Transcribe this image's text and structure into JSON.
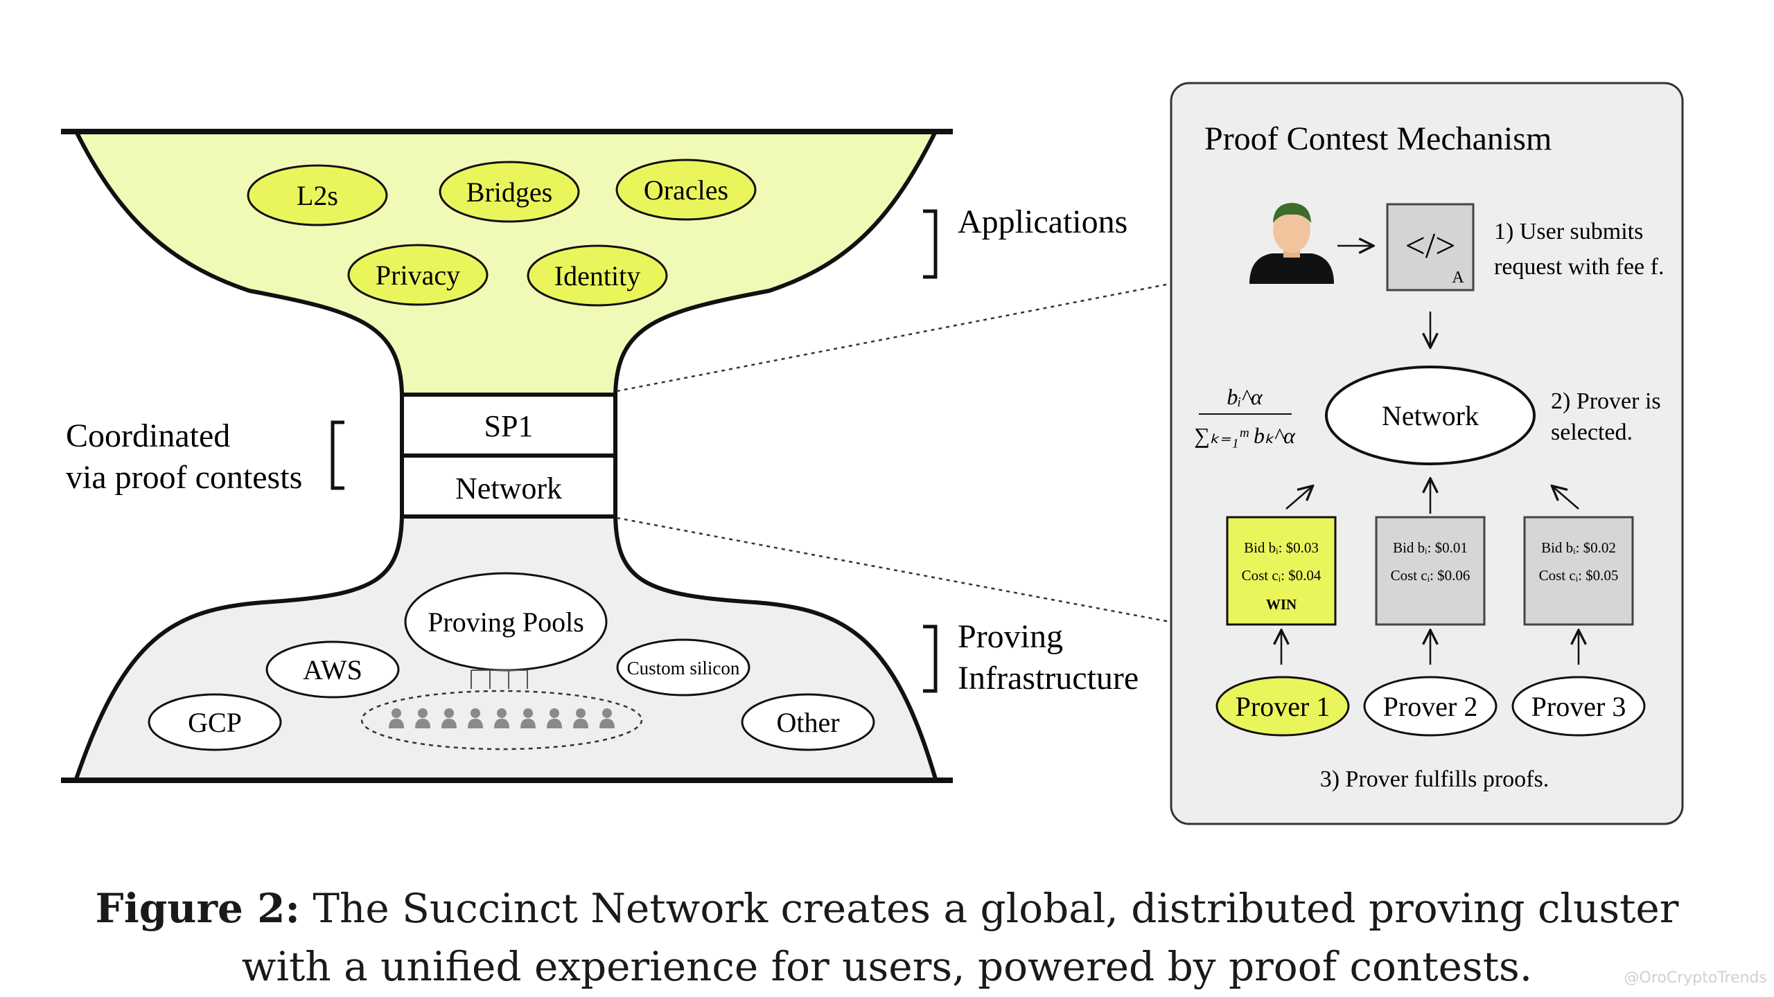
{
  "left_diagram": {
    "applications": [
      "L2s",
      "Bridges",
      "Oracles",
      "Privacy",
      "Identity"
    ],
    "applications_label": "Applications",
    "neck": {
      "top": "SP1",
      "bottom": "Network"
    },
    "coordination_label": [
      "Coordinated",
      "via proof contests"
    ],
    "infrastructure": {
      "proving_pools": "Proving Pools",
      "nodes": [
        "AWS",
        "GCP",
        "Custom silicon",
        "Other"
      ],
      "pool_member_count": 9
    },
    "infrastructure_label": [
      "Proving",
      "Infrastructure"
    ]
  },
  "panel": {
    "title": "Proof Contest Mechanism",
    "step1": [
      "1) User submits",
      "request with fee f."
    ],
    "program_icon_text": "</>",
    "program_sub": "A",
    "network": "Network",
    "step2": [
      "2) Prover is",
      "selected."
    ],
    "formula": {
      "numerator": "bᵢ^α",
      "denominator": "∑ₖ₌₁ᵐ bₖ^α"
    },
    "provers": [
      {
        "name": "Prover 1",
        "bid": "Bid bᵢ: $0.03",
        "cost": "Cost cᵢ: $0.04",
        "win": "WIN",
        "winner": true
      },
      {
        "name": "Prover 2",
        "bid": "Bid bᵢ: $0.01",
        "cost": "Cost cᵢ: $0.06",
        "win": "",
        "winner": false
      },
      {
        "name": "Prover 3",
        "bid": "Bid bᵢ: $0.02",
        "cost": "Cost cᵢ: $0.05",
        "win": "",
        "winner": false
      }
    ],
    "step3": "3) Prover fulfills proofs."
  },
  "caption": {
    "lead": "Figure 2:",
    "line1": "The Succinct Network creates a global, distributed proving cluster",
    "line2": "with a unified experience for users, powered by proof contests."
  },
  "watermark": "@OroCryptoTrends",
  "colors": {
    "accent": "#eaf55c",
    "grey_fill": "#efefef",
    "panel_fill": "#eeeeee",
    "bid_box_grey": "#d6d6d6"
  }
}
